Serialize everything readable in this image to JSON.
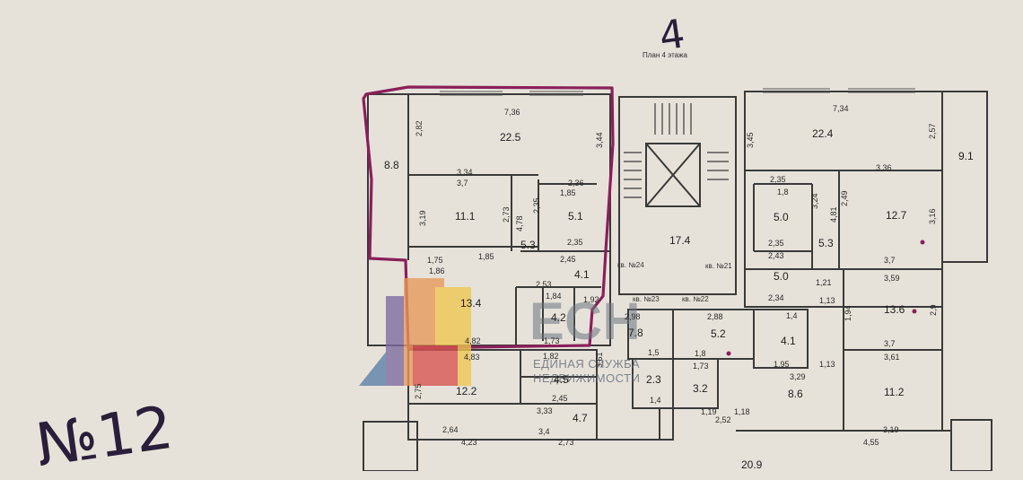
{
  "plan_caption": "План 4 этажа",
  "handwriting": {
    "floor": "4",
    "apartment": "№12"
  },
  "watermark": {
    "brand": "ЕСН",
    "line1": "ЕДИНАЯ СЛУЖБА",
    "line2": "НЕДВИЖИМОСТИ"
  },
  "rooms": {
    "r_22_5": "22.5",
    "r_8_8": "8.8",
    "r_11_1": "11.1",
    "r_5_1": "5.1",
    "r_5_3a": "5.3",
    "r_4_1a": "4.1",
    "r_13_4": "13.4",
    "r_4_2": "4.2",
    "r_12_2": "12.2",
    "r_4_5": "4.5",
    "r_4_7": "4.7",
    "r_17_4": "17.4",
    "r_7_8": "7.8",
    "r_5_2": "5.2",
    "r_2_3": "2.3",
    "r_3_2": "3.2",
    "r_22_4": "22.4",
    "r_9_1": "9.1",
    "r_5_0a": "5.0",
    "r_12_7": "12.7",
    "r_5_3b": "5.3",
    "r_5_0b": "5.0",
    "r_13_6": "13.6",
    "r_4_1b": "4.1",
    "r_8_6": "8.6",
    "r_11_2": "11.2",
    "r_20_9": "20.9"
  },
  "apartments": {
    "a24": "кв. №24",
    "a21": "кв. №21",
    "a23": "кв. №23",
    "a22": "кв. №22"
  },
  "dims": {
    "d7_36": "7,36",
    "d2_82": "2,82",
    "d3_44": "3,44",
    "d3_34": "3,34",
    "d3_7": "3,7",
    "d2_36": "2,36",
    "d1_85": "1,85",
    "d3_19": "3,19",
    "d2_73": "2,73",
    "d4_78": "4,78",
    "d2_35a": "2,35",
    "d2_35b": "2,35",
    "d2_45": "2,45",
    "d1_75": "1,75",
    "d1_86": "1,86",
    "d1_85b": "1,85",
    "d2_53": "2,53",
    "d1_84": "1,84",
    "d1_92": "1,92",
    "d1_73": "1,73",
    "d4_82": "4,82",
    "d4_83": "4,83",
    "d1_82": "1,82",
    "d2_45b": "2,45",
    "d3_33": "3,33",
    "d2_64": "2,64",
    "d4_23": "4,23",
    "d3_4": "3,4",
    "d2_73b": "2,73",
    "d2_75": "2,75",
    "d3_61": "3,61",
    "d7_34": "7,34",
    "d3_45": "3,45",
    "d2_57": "2,57",
    "d3_36": "3,36",
    "d2_35c": "2,35",
    "d1_8": "1,8",
    "d3_24": "3,24",
    "d2_49": "2,49",
    "d4_81": "4,81",
    "d3_16": "3,16",
    "d2_35d": "2,35",
    "d2_43": "2,43",
    "d3_7b": "3,7",
    "d1_21": "1,21",
    "d2_34": "2,34",
    "d3_59": "3,59",
    "d1_13": "1,13",
    "d1_94": "1,94",
    "d2_9": "2,9",
    "d1_4": "1,4",
    "d3_7c": "3,7",
    "d1_95": "1,95",
    "d1_13b": "1,13",
    "d3_61b": "3,61",
    "d3_29": "3,29",
    "d3_19b": "3,19",
    "d4_55": "4,55",
    "d2_88": "2,88",
    "d1_8b": "1,8",
    "d1_5": "1,5",
    "d1_73b": "1,73",
    "d1_4b": "1,4",
    "d1_19": "1,19",
    "d1_18": "1,18",
    "d2_52": "2,52",
    "d2_98": "2,98"
  },
  "colors": {
    "paper": "#e6e2da",
    "wall": "#3a3a3a",
    "marker": "#8a1f5a",
    "pen": "#2a1e3a"
  }
}
